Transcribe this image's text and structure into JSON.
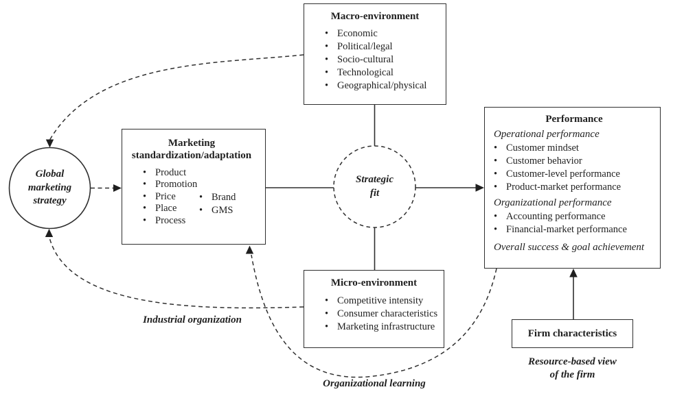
{
  "bullet": "•",
  "colors": {
    "ink": "#1f1f1f",
    "background": "#ffffff"
  },
  "nodes": {
    "global_marketing_strategy": {
      "label": "Global\nmarketing\nstrategy"
    },
    "macro_environment": {
      "title": "Macro-environment",
      "items": [
        "Economic",
        "Political/legal",
        "Socio-cultural",
        "Technological",
        "Geographical/physical"
      ]
    },
    "marketing_standardization": {
      "title": "Marketing\nstandardization/adaptation",
      "items_left": [
        "Product",
        "Promotion",
        "Price",
        "Place",
        "Process"
      ],
      "items_right": [
        "Brand",
        "GMS"
      ]
    },
    "strategic_fit": {
      "label": "Strategic\nfit"
    },
    "performance": {
      "title": "Performance",
      "sections": [
        {
          "heading": "Operational performance",
          "items": [
            "Customer mindset",
            "Customer behavior",
            "Customer-level performance",
            "Product-market performance"
          ]
        },
        {
          "heading": "Organizational performance",
          "items": [
            "Accounting performance",
            "Financial-market performance"
          ]
        }
      ],
      "footer": "Overall success & goal achievement"
    },
    "micro_environment": {
      "title": "Micro-environment",
      "items": [
        "Competitive intensity",
        "Consumer characteristics",
        "Marketing infrastructure"
      ]
    },
    "firm_characteristics": {
      "title": "Firm characteristics"
    }
  },
  "annotations": {
    "industrial_organization": "Industrial organization",
    "organizational_learning": "Organizational learning",
    "resource_based_view": "Resource-based view\nof the firm"
  }
}
